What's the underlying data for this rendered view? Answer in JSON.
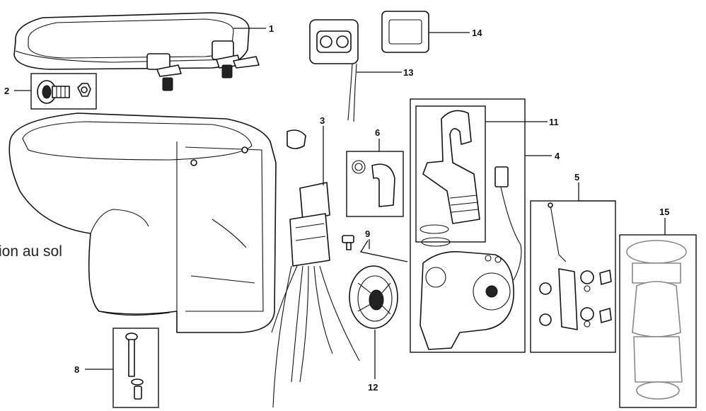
{
  "side_text": "ion au sol",
  "callouts": [
    {
      "id": "1",
      "label": "1"
    },
    {
      "id": "2",
      "label": "2"
    },
    {
      "id": "3",
      "label": "3"
    },
    {
      "id": "4",
      "label": "4"
    },
    {
      "id": "5",
      "label": "5"
    },
    {
      "id": "6",
      "label": "6"
    },
    {
      "id": "8",
      "label": "8"
    },
    {
      "id": "9",
      "label": "9"
    },
    {
      "id": "11",
      "label": "11"
    },
    {
      "id": "12",
      "label": "12"
    },
    {
      "id": "13",
      "label": "13"
    },
    {
      "id": "14",
      "label": "14"
    },
    {
      "id": "15",
      "label": "15"
    }
  ]
}
